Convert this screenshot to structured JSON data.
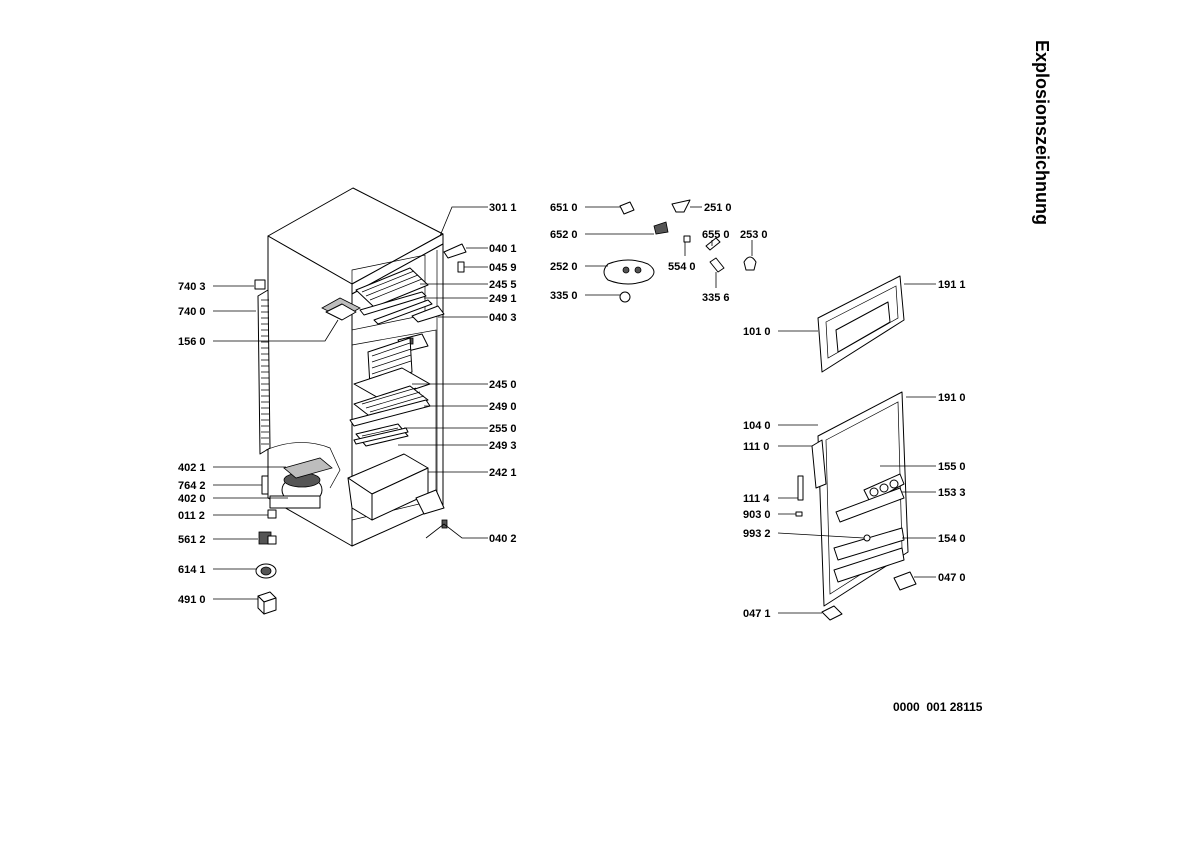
{
  "title": "Explosionszeichnung",
  "document_number": "0000  001 28115",
  "labels": {
    "p740_3": "740 3",
    "p740_0": "740 0",
    "p156_0": "156 0",
    "p402_1": "402 1",
    "p764_2": "764 2",
    "p402_0": "402 0",
    "p011_2": "011 2",
    "p561_2": "561 2",
    "p614_1": "614 1",
    "p491_0": "491 0",
    "p301_1": "301 1",
    "p040_1": "040 1",
    "p045_9": "045 9",
    "p245_5": "245 5",
    "p249_1": "249 1",
    "p040_3": "040 3",
    "p245_0": "245 0",
    "p249_0": "249 0",
    "p255_0": "255 0",
    "p249_3": "249 3",
    "p242_1": "242 1",
    "p040_2": "040 2",
    "p651_0": "651 0",
    "p251_0": "251 0",
    "p652_0": "652 0",
    "p655_0": "655 0",
    "p253_0": "253 0",
    "p252_0": "252 0",
    "p554_0": "554 0",
    "p335_0": "335 0",
    "p335_6": "335 6",
    "p191_1": "191 1",
    "p101_0": "101 0",
    "p191_0": "191 0",
    "p104_0": "104 0",
    "p111_0": "111 0",
    "p155_0": "155 0",
    "p153_3": "153 3",
    "p111_4": "111 4",
    "p903_0": "903 0",
    "p993_2": "993 2",
    "p154_0": "154 0",
    "p047_0": "047 0",
    "p047_1": "047 1"
  }
}
